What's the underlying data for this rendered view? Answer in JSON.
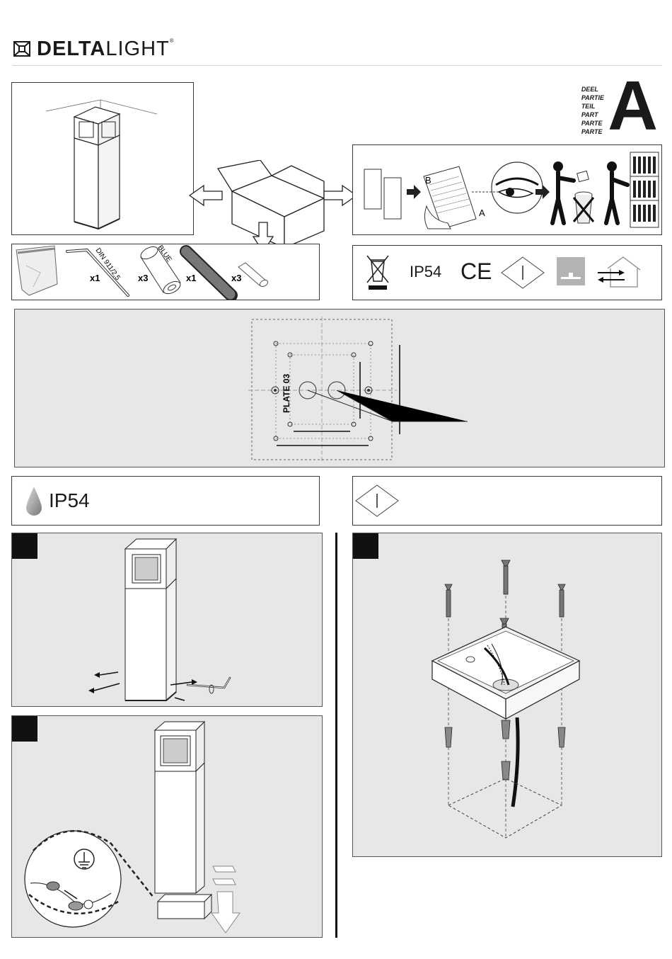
{
  "header": {
    "brand_bold": "DELTA",
    "brand_light": "LIGHT",
    "brand_reg": "®"
  },
  "part_badge": {
    "words": [
      "DEEL",
      "PARTIE",
      "TEIL",
      "PART",
      "PARTE",
      "PARTE"
    ],
    "letter": "A"
  },
  "contents": {
    "items": [
      {
        "qty": "x1",
        "label": "DIN 911/2,5"
      },
      {
        "qty": "x3",
        "label": "BLUE"
      },
      {
        "qty": "x1",
        "label": ""
      },
      {
        "qty": "x3",
        "label": ""
      }
    ]
  },
  "docs_flow": {
    "sheet_b": "B",
    "sheet_a": "A"
  },
  "symbols": {
    "ip_rating": "IP54",
    "ce_mark": "CE"
  },
  "plate": {
    "label": "PLATE 03"
  },
  "ip_panel": {
    "text": "IP54"
  },
  "icons": [
    "weee-bin-icon",
    "ce-mark-icon",
    "class-one-diamond-icon",
    "indoor-surface-icon",
    "indoor-outdoor-house-icon",
    "water-drop-icon",
    "ground-earth-icon"
  ]
}
